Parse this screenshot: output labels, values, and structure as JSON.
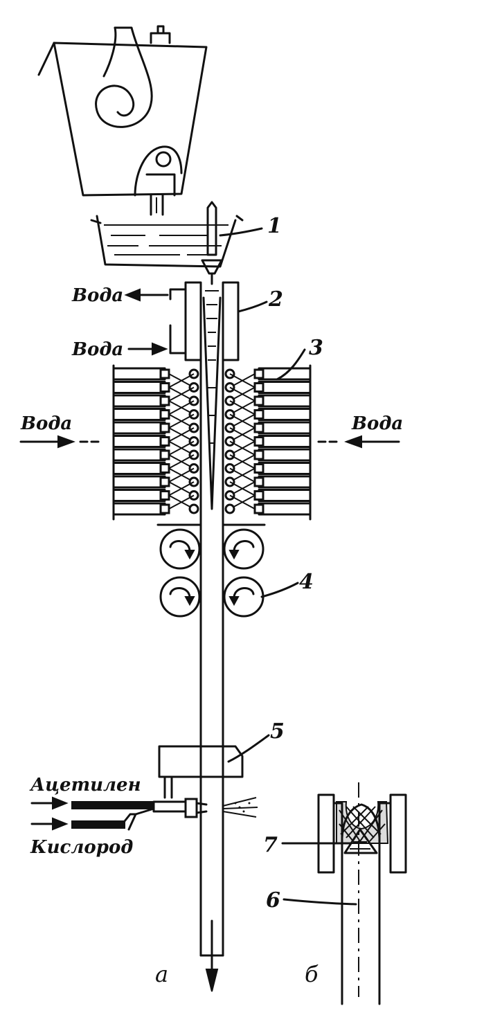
{
  "labels": {
    "n1": "1",
    "n2": "2",
    "n3": "3",
    "n4": "4",
    "n5": "5",
    "n6": "6",
    "n7": "7",
    "water_out": "Вода",
    "water_in": "Вода",
    "water_left": "Вода",
    "water_right": "Вода",
    "acetylene": "Ацетилен",
    "oxygen": "Кислород",
    "caption_a": "а",
    "caption_b": "б"
  }
}
